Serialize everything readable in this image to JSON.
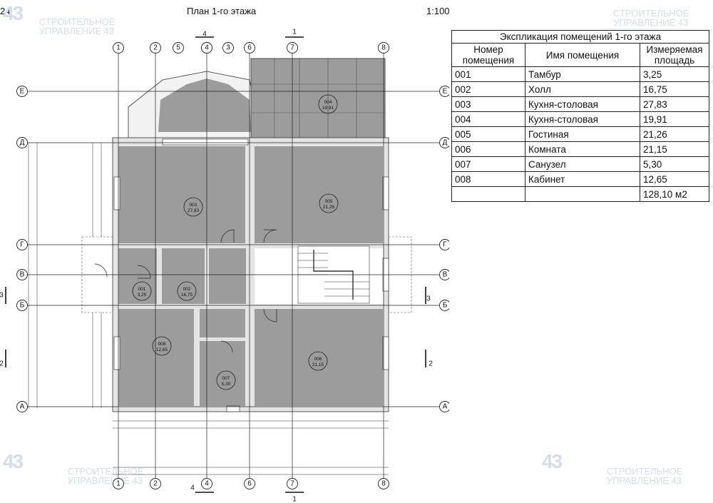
{
  "header": {
    "sheet_number": "24",
    "title": "План 1-го этажа",
    "scale": "1:100"
  },
  "watermark": {
    "logo": "43",
    "line1": "СТРОИТЕЛЬНОЕ",
    "line2": "УПРАВЛЕНИЕ 43"
  },
  "axes": {
    "vertical": [
      "1",
      "2",
      "4",
      "6",
      "7",
      "8"
    ],
    "vertical_bay": [
      "5",
      "4",
      "3"
    ],
    "horizontal": [
      "Е",
      "Д",
      "Г",
      "В",
      "Б",
      "А"
    ]
  },
  "section_marks": {
    "top_4": "4",
    "top_1": "1",
    "bottom_4": "4",
    "bottom_1": "1",
    "left_3": "3",
    "left_2": "2",
    "right_3": "3",
    "right_2": "2"
  },
  "rooms": [
    {
      "num": "001",
      "area": "3,25"
    },
    {
      "num": "002",
      "area": "16,75"
    },
    {
      "num": "003",
      "area": "27,83"
    },
    {
      "num": "004",
      "area": "19,91"
    },
    {
      "num": "005",
      "area": "21,26"
    },
    {
      "num": "006",
      "area": "21,15"
    },
    {
      "num": "007",
      "area": "5,30"
    },
    {
      "num": "008",
      "area": "12,65"
    }
  ],
  "explication": {
    "title": "Экспликация помещений 1-го этажа",
    "headers": {
      "number": "Номер помещения",
      "name": "Имя помещения",
      "area": "Измеряемая площадь"
    },
    "rows": [
      {
        "number": "001",
        "name": "Тамбур",
        "area": "3,25"
      },
      {
        "number": "002",
        "name": "Холл",
        "area": "16,75"
      },
      {
        "number": "003",
        "name": "Кухня-столовая",
        "area": "27,83"
      },
      {
        "number": "004",
        "name": "Кухня-столовая",
        "area": "19,91"
      },
      {
        "number": "005",
        "name": "Гостиная",
        "area": "21,26"
      },
      {
        "number": "006",
        "name": "Комната",
        "area": "21,15"
      },
      {
        "number": "007",
        "name": "Санузел",
        "area": "5,30"
      },
      {
        "number": "008",
        "name": "Кабинет",
        "area": "12,65"
      }
    ],
    "total": "128,10 м2"
  }
}
